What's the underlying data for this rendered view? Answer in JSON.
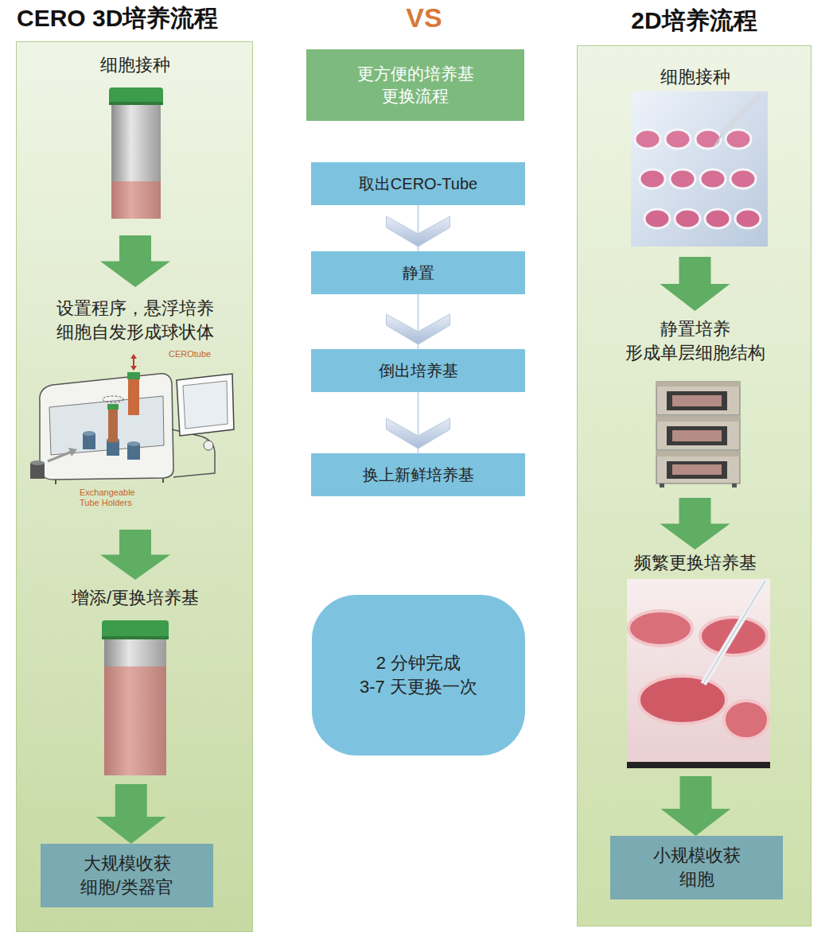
{
  "diagram": {
    "nodes": [
      {
        "text": [
          "CERO 3D培养流程"
        ]
      },
      {
        "text": [
          "细胞接种"
        ],
        "in": 0
      },
      {
        "text": [
          "设置程序，悬浮培养 细胞自发形成球状体"
        ],
        "in": 0
      },
      {
        "text": [
          "增添/更换培养基"
        ],
        "in": 0
      },
      {
        "text": [
          "大规模收获 细胞/类器官"
        ],
        "in": 0
      },
      {
        "text": [
          "更方便的培养基 更换流程"
        ]
      },
      {
        "text": [
          "取出CERO-Tube"
        ]
      },
      {
        "text": [
          "静置"
        ]
      },
      {
        "text": [
          "倒出培养基"
        ]
      },
      {
        "text": [
          "换上新鲜培养基"
        ]
      },
      {
        "text": [
          "2 分钟完成 3-7 天更换一次"
        ]
      },
      {
        "text": [
          "2D培养流程"
        ]
      },
      {
        "text": [
          "细胞接种"
        ],
        "in": 11
      },
      {
        "text": [
          "静置培养 形成单层细胞结构"
        ],
        "in": 11
      },
      {
        "text": [
          "频繁更换培养基"
        ],
        "in": 11
      },
      {
        "text": [
          "小规模收获 细胞"
        ],
        "in": 11
      }
    ],
    "edges": [
      {
        "from": 1,
        "to": 2,
        "arrow": "to"
      },
      {
        "from": 2,
        "to": 3,
        "arrow": "to"
      },
      {
        "from": 3,
        "to": 4,
        "arrow": "to"
      },
      {
        "from": 6,
        "to": 7,
        "arrow": "to"
      },
      {
        "from": 7,
        "to": 8,
        "arrow": "to"
      },
      {
        "from": 8,
        "to": 9,
        "arrow": "to"
      },
      {
        "from": 12,
        "to": 13,
        "arrow": "to"
      },
      {
        "from": 13,
        "to": 14,
        "arrow": "to"
      },
      {
        "from": 14,
        "to": 15,
        "arrow": "to"
      }
    ],
    "labels": [
      "VS",
      "CEROtube",
      "Exchangeable Tube Holders"
    ]
  }
}
